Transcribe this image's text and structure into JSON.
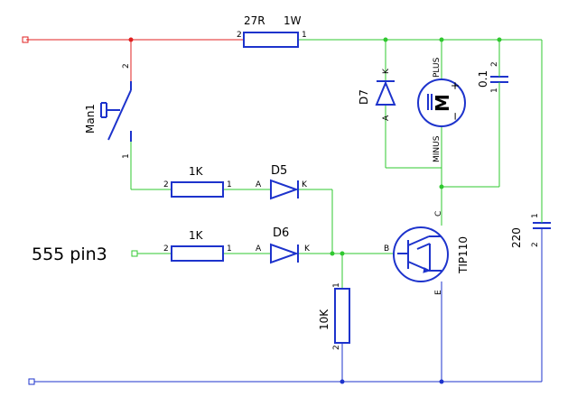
{
  "colors": {
    "positive_net": "#e02020",
    "signal_net": "#2fc82f",
    "ground_net": "#1d33cc",
    "component": "#1d33cc",
    "background": "#ffffff"
  },
  "labels": {
    "r_power_value": "27R",
    "r_power_rating": "1W",
    "switch_ref": "Man1",
    "r_top_value": "1K",
    "r_bottom_value": "1K",
    "d5_ref": "D5",
    "d6_ref": "D6",
    "d7_ref": "D7",
    "motor_plus": "PLUS",
    "motor_minus": "MINUS",
    "motor_symbol": "M",
    "cap_small_value": "0.1",
    "cap_big_value": "220",
    "transistor_ref": "TIP110",
    "r_base_value": "10K",
    "input_label": "555 pin3"
  },
  "pins": {
    "one": "1",
    "two": "2",
    "anode": "A",
    "cathode": "K",
    "base": "B",
    "collector": "C",
    "emitter": "E"
  }
}
